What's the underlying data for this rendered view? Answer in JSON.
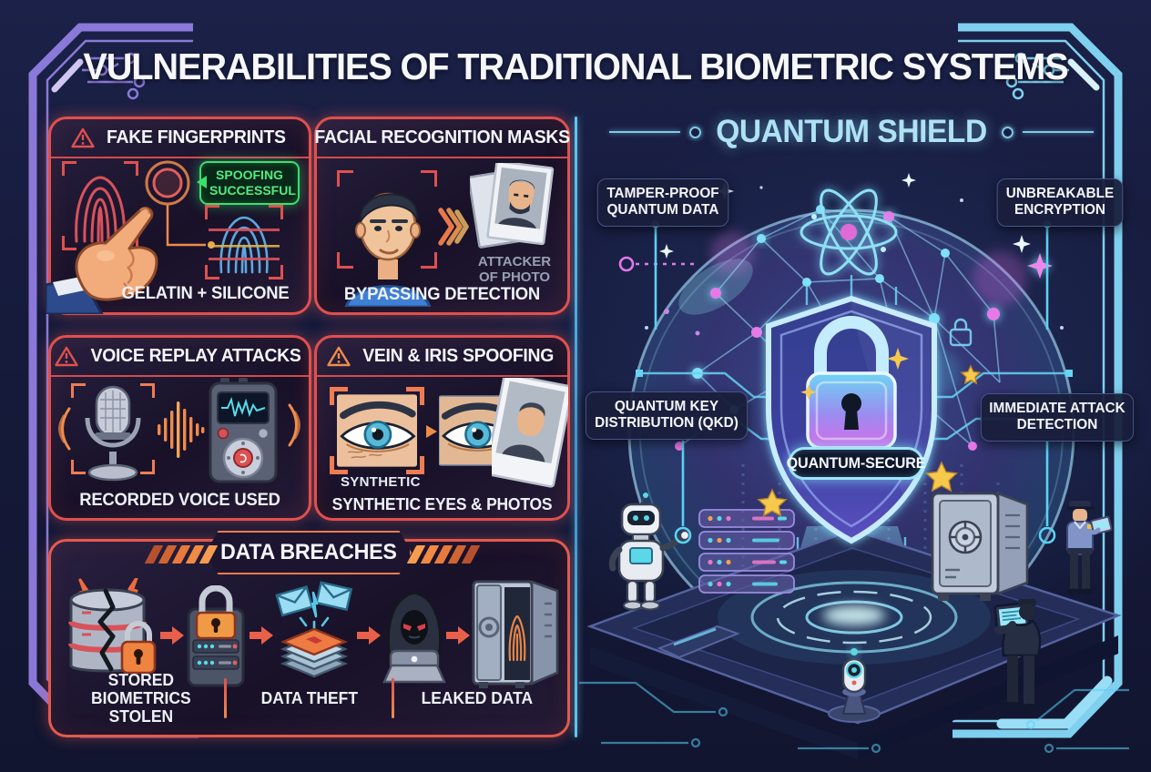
{
  "title": "VULNERABILITIES OF TRADITIONAL BIOMETRIC SYSTEMS",
  "left_panels": {
    "fake_fingerprints": {
      "title": "FAKE FINGERPRINTS",
      "spoof_badge": "SPOOFING SUCCESSFUL",
      "caption": "GELATIN + SILICONE"
    },
    "facial_masks": {
      "title": "FACIAL RECOGNITION MASKS",
      "photo_label": "ATTACKER OF PHOTO",
      "caption": "BYPASSING DETECTION"
    },
    "voice_replay": {
      "title": "VOICE REPLAY ATTACKS",
      "caption": "RECORDED VOICE USED"
    },
    "vein_iris": {
      "title": "VEIN & IRIS SPOOFING",
      "synthetic_label": "SYNTHETIC",
      "caption": "SYNTHETIC EYES & PHOTOS"
    },
    "data_breaches": {
      "title": "DATA BREACHES",
      "captions": [
        "STORED BIOMETRICS STOLEN",
        "DATA THEFT",
        "LEAKED DATA"
      ]
    }
  },
  "quantum": {
    "title": "QUANTUM SHIELD",
    "callouts": {
      "tamper_proof": "TAMPER-PROOF QUANTUM DATA",
      "unbreakable": "UNBREAKABLE ENCRYPTION",
      "qkd": "QUANTUM KEY DISTRIBUTION (QKD)",
      "attack_detection": "IMMEDIATE ATTACK DETECTION"
    },
    "shield_badge": "QUANTUM-SECURE"
  },
  "icons": {
    "warning": "triangle-exclamation",
    "fingerprint": "concentric-ridges",
    "target": "ring-pulse",
    "face": "portrait",
    "photo_stack": "stacked-photos",
    "chevrons": "double-right",
    "microphone": "studio-mic",
    "waveform": "audio-bars",
    "recorder": "voice-recorder",
    "eye": "iris-eye",
    "polaroid": "instant-photo",
    "database": "cracked-db",
    "padlock": "lock",
    "server": "locked-server",
    "envelopes": "mail-leak",
    "hacker": "hooded-figure",
    "vault": "open-safe",
    "atom": "atom-orbit",
    "shield": "quantum-shield-lock",
    "robot": "assistant-robot",
    "guard": "security-guard",
    "camera_bot": "sentry-camera"
  },
  "colors": {
    "background": "#161b3c",
    "alert_red": "#e0504e",
    "alert_orange": "#ef8c4a",
    "success_green": "#3ddf6c",
    "cyan": "#6fd2f2",
    "purple_frame": "#8a79d8",
    "quantum_title": "#aee2f4",
    "gold": "#f6c94d",
    "white_text": "#f4f6fa",
    "muted_text": "#97a0b6"
  }
}
